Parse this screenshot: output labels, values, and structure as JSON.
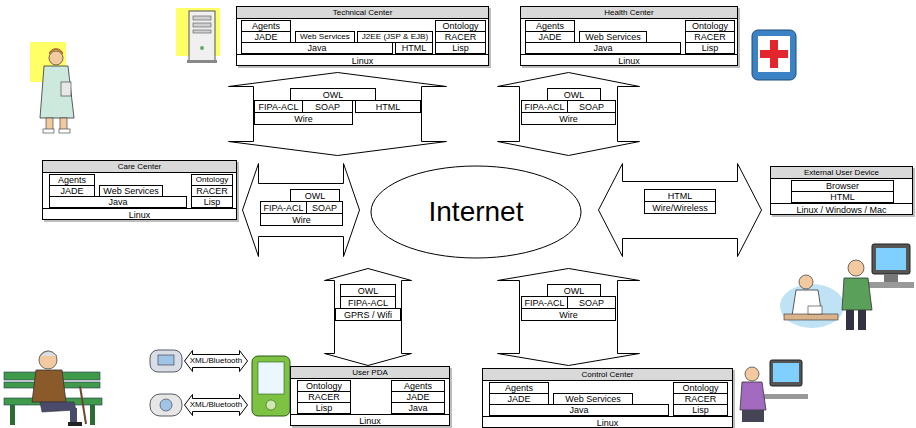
{
  "diagram": {
    "nodes": [
      {
        "text": [
          "Technical Center",
          "Linux"
        ]
      },
      {
        "text": [
          "Agents"
        ],
        "in": 0
      },
      {
        "text": [
          "Ontology"
        ],
        "in": 0
      },
      {
        "text": [
          "JADE"
        ],
        "in": 0
      },
      {
        "text": [
          "Web Services"
        ],
        "in": 0
      },
      {
        "text": [
          "J2EE (JSP & EJB)"
        ],
        "in": 0
      },
      {
        "text": [
          "RACER"
        ],
        "in": 0
      },
      {
        "text": [
          "Java"
        ],
        "in": 0
      },
      {
        "text": [
          "HTML"
        ],
        "in": 0
      },
      {
        "text": [
          "Lisp"
        ],
        "in": 0
      },
      {
        "text": [
          "Health Center",
          "Linux"
        ]
      },
      {
        "text": [
          "Agents"
        ],
        "in": 10
      },
      {
        "text": [
          "Ontology"
        ],
        "in": 10
      },
      {
        "text": [
          "JADE"
        ],
        "in": 10
      },
      {
        "text": [
          "Web Services"
        ],
        "in": 10
      },
      {
        "text": [
          "RACER"
        ],
        "in": 10
      },
      {
        "text": [
          "Java"
        ],
        "in": 10
      },
      {
        "text": [
          "Lisp"
        ],
        "in": 10
      },
      {
        "text": []
      },
      {
        "text": [
          "OWL"
        ],
        "in": 18
      },
      {
        "text": [
          "FIPA-ACL"
        ],
        "in": 18
      },
      {
        "text": [
          "SOAP"
        ],
        "in": 18
      },
      {
        "text": [
          "HTML"
        ],
        "in": 18
      },
      {
        "text": [
          "Wire"
        ],
        "in": 18
      },
      {
        "text": []
      },
      {
        "text": [
          "OWL"
        ],
        "in": 24
      },
      {
        "text": [
          "FIPA-ACL"
        ],
        "in": 24
      },
      {
        "text": [
          "SOAP"
        ],
        "in": 24
      },
      {
        "text": [
          "Wire"
        ],
        "in": 24
      },
      {
        "text": [
          "Care Center",
          "Linux"
        ]
      },
      {
        "text": [
          "Agents"
        ],
        "in": 29
      },
      {
        "text": [
          "Ontology"
        ],
        "in": 29
      },
      {
        "text": [
          "JADE"
        ],
        "in": 29
      },
      {
        "text": [
          "Web Services"
        ],
        "in": 29
      },
      {
        "text": [
          "RACER"
        ],
        "in": 29
      },
      {
        "text": [
          "Java"
        ],
        "in": 29
      },
      {
        "text": [
          "Lisp"
        ],
        "in": 29
      },
      {
        "text": []
      },
      {
        "text": [
          "OWL"
        ],
        "in": 37
      },
      {
        "text": [
          "FIPA-ACL"
        ],
        "in": 37
      },
      {
        "text": [
          "SOAP"
        ],
        "in": 37
      },
      {
        "text": [
          "Wire"
        ],
        "in": 37
      },
      {
        "text": [
          "Internet"
        ]
      },
      {
        "text": []
      },
      {
        "text": [
          "HTML"
        ],
        "in": 43
      },
      {
        "text": [
          "Wire/Wireless"
        ],
        "in": 43
      },
      {
        "text": [
          "External User Device",
          "Linux / Windows / Mac"
        ]
      },
      {
        "text": [
          "Browser"
        ],
        "in": 46
      },
      {
        "text": [
          "HTML"
        ],
        "in": 46
      },
      {
        "text": []
      },
      {
        "text": [
          "OWL"
        ],
        "in": 49
      },
      {
        "text": [
          "FIPA-ACL"
        ],
        "in": 49
      },
      {
        "text": [
          "GPRS / Wifi"
        ],
        "in": 49
      },
      {
        "text": []
      },
      {
        "text": [
          "OWL"
        ],
        "in": 53
      },
      {
        "text": [
          "FIPA-ACL"
        ],
        "in": 53
      },
      {
        "text": [
          "SOAP"
        ],
        "in": 53
      },
      {
        "text": [
          "Wire"
        ],
        "in": 53
      },
      {
        "text": [
          "XML/Bluetooth"
        ]
      },
      {
        "text": [
          "XML/Bluetooth"
        ]
      },
      {
        "text": [
          "User PDA",
          "Linux"
        ]
      },
      {
        "text": [
          "Ontology"
        ],
        "in": 60
      },
      {
        "text": [
          "Agents"
        ],
        "in": 60
      },
      {
        "text": [
          "RACER"
        ],
        "in": 60
      },
      {
        "text": [
          "JADE"
        ],
        "in": 60
      },
      {
        "text": [
          "Lisp"
        ],
        "in": 60
      },
      {
        "text": [
          "Java"
        ],
        "in": 60
      },
      {
        "text": [
          "Control Center",
          "Linux"
        ]
      },
      {
        "text": [
          "Agents"
        ],
        "in": 67
      },
      {
        "text": [
          "Ontology"
        ],
        "in": 67
      },
      {
        "text": [
          "JADE"
        ],
        "in": 67
      },
      {
        "text": [
          "Web Services"
        ],
        "in": 67
      },
      {
        "text": [
          "RACER"
        ],
        "in": 67
      },
      {
        "text": [
          "Java"
        ],
        "in": 67
      },
      {
        "text": [
          "Lisp"
        ],
        "in": 67
      }
    ]
  }
}
